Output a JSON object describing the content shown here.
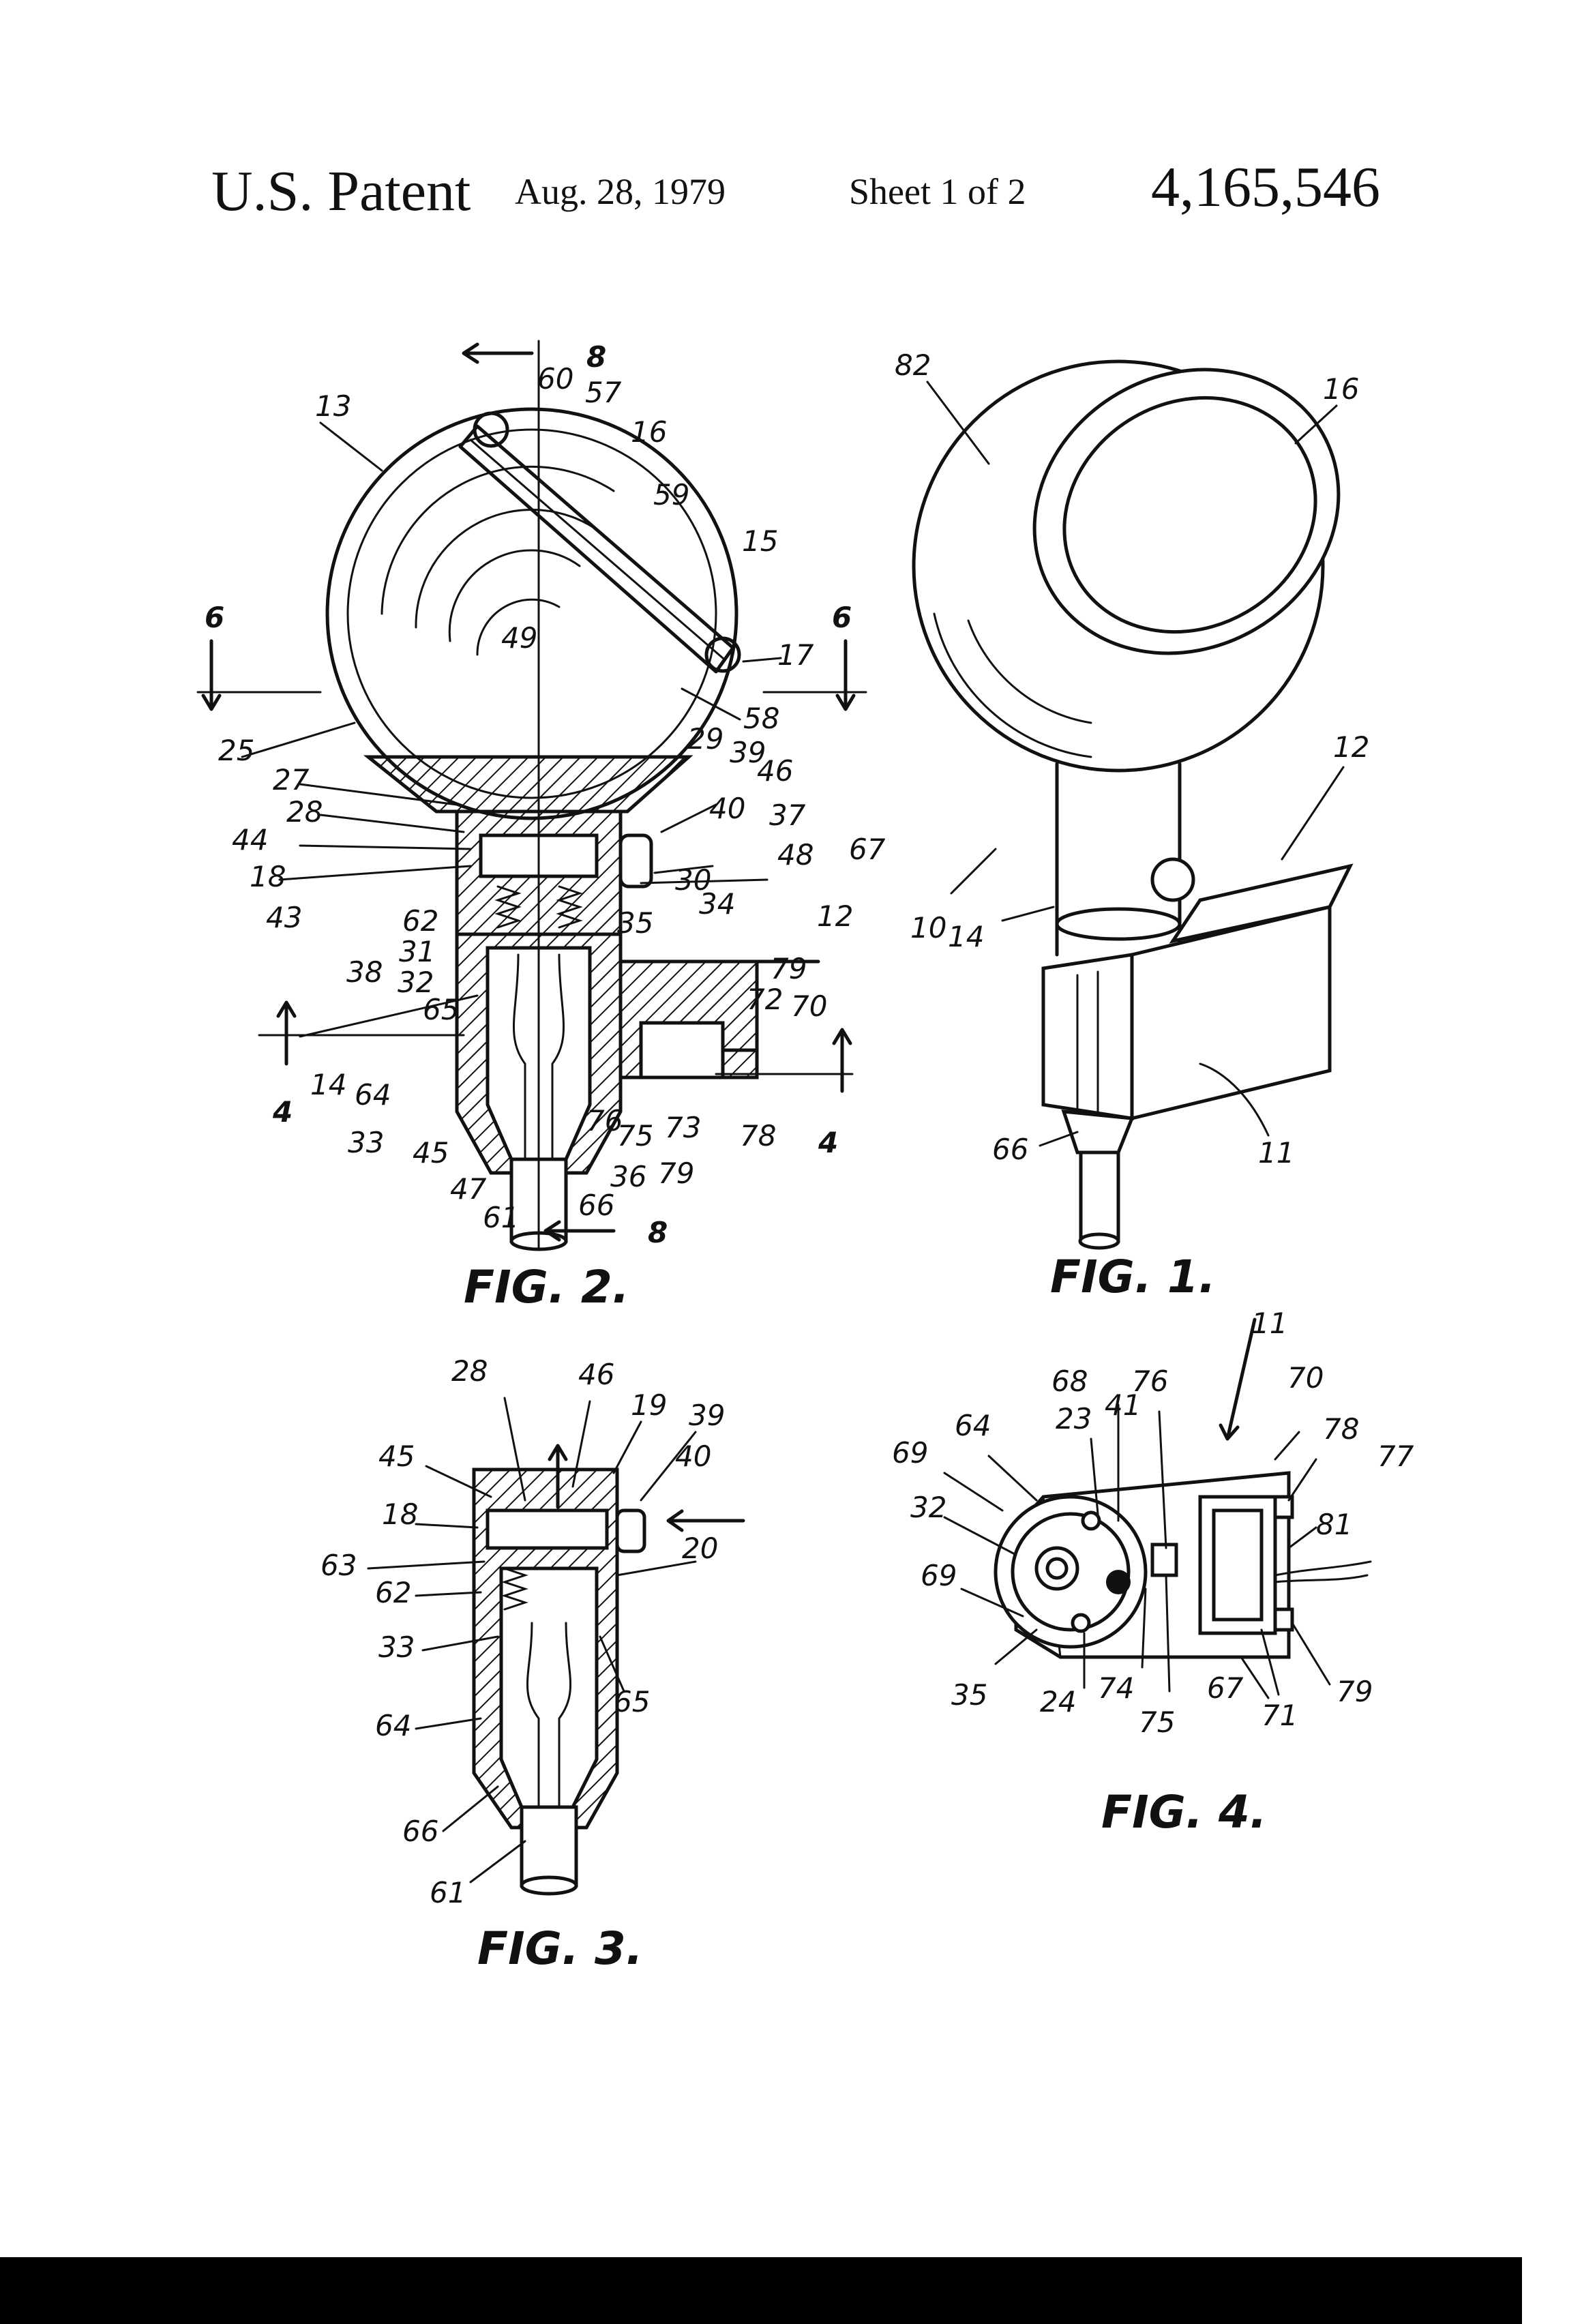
{
  "header": {
    "title": "U.S. Patent",
    "date": "Aug. 28, 1979",
    "sheet": "Sheet 1 of 2",
    "patent_number": "4,165,546"
  },
  "figures": {
    "fig2": {
      "caption": "FIG. 2.",
      "refs": [
        "8",
        "60",
        "57",
        "13",
        "16",
        "59",
        "15",
        "6",
        "6",
        "49",
        "17",
        "58",
        "25",
        "29",
        "39",
        "27",
        "46",
        "28",
        "40",
        "37",
        "44",
        "48",
        "67",
        "18",
        "30",
        "34",
        "43",
        "12",
        "62",
        "35",
        "31",
        "38",
        "32",
        "79",
        "72",
        "65",
        "70",
        "14",
        "64",
        "33",
        "45",
        "76",
        "75",
        "73",
        "78",
        "4",
        "4",
        "36",
        "79",
        "47",
        "61",
        "66",
        "8"
      ]
    },
    "fig1": {
      "caption": "FIG. 1.",
      "refs": [
        "82",
        "16",
        "12",
        "10",
        "14",
        "66",
        "11"
      ]
    },
    "fig3": {
      "caption": "FIG. 3.",
      "refs": [
        "28",
        "46",
        "19",
        "39",
        "45",
        "40",
        "18",
        "63",
        "20",
        "62",
        "33",
        "65",
        "64",
        "66",
        "61"
      ]
    },
    "fig4": {
      "caption": "FIG. 4.",
      "refs": [
        "11",
        "68",
        "76",
        "70",
        "64",
        "23",
        "41",
        "78",
        "69",
        "77",
        "32",
        "81",
        "69",
        "35",
        "24",
        "74",
        "75",
        "67",
        "79",
        "71"
      ]
    }
  }
}
